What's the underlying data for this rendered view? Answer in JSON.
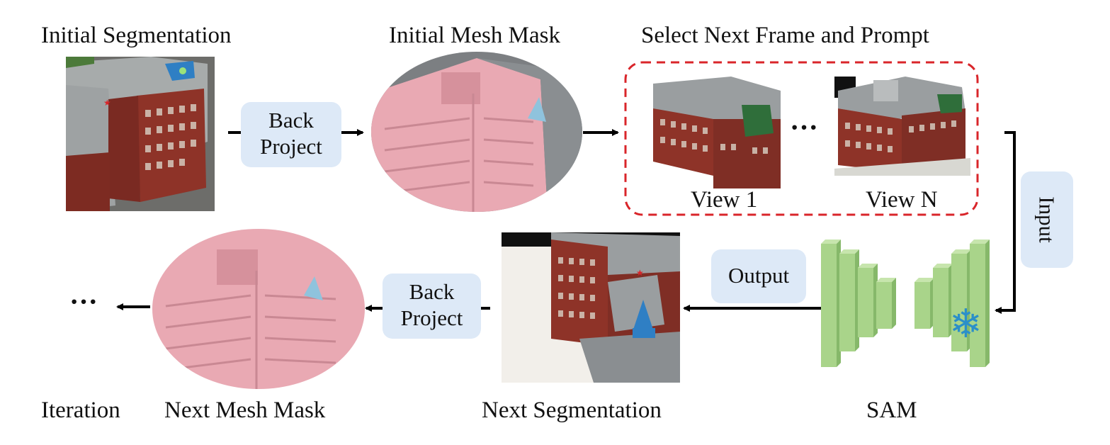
{
  "labels": {
    "initial_segmentation": "Initial Segmentation",
    "initial_mesh_mask": "Initial Mesh Mask",
    "select_next_frame": "Select Next Frame and Prompt",
    "view_1": "View 1",
    "view_n": "View N",
    "views_ellipsis": "···",
    "input": "Input",
    "output": "Output",
    "sam": "SAM",
    "next_segmentation": "Next Segmentation",
    "next_mesh_mask": "Next Mesh Mask",
    "iteration": "Iteration",
    "iteration_ellipsis": "···"
  },
  "back_project_top": {
    "line1": "Back",
    "line2": "Project"
  },
  "back_project_bottom": {
    "line1": "Back",
    "line2": "Project"
  },
  "colors": {
    "mask_pink": "#e9a9b3",
    "brick": "#8e3328",
    "roof_gray": "#8f9496",
    "highlight_blue": "#2f7fc4",
    "sam_green": "#a9d48a",
    "dashed_red": "#d9252a",
    "box_fill": "#dde9f7",
    "snowflake": "#2b8fc9"
  },
  "icons": [
    "star-icon",
    "snowflake-icon"
  ]
}
